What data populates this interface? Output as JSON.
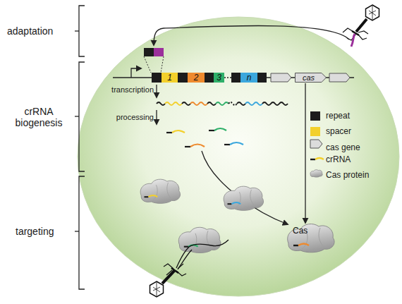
{
  "diagram": {
    "nodes": [
      {
        "text": [
          "1"
        ]
      },
      {
        "text": [
          "2"
        ]
      },
      {
        "text": [
          "3"
        ]
      },
      {
        "text": [
          "n"
        ]
      },
      {
        "text": [
          "cas"
        ]
      },
      {
        "text": [
          "Cas"
        ]
      }
    ],
    "edges": [
      {
        "from": 4,
        "to": 5,
        "arrow": "to"
      }
    ],
    "labels": [
      "adaptation",
      "crRNA biogenesis",
      "targeting",
      "transcription",
      "processing",
      "1"
    ],
    "legend": [
      {
        "text": "repeat",
        "color": "#1c1c1c"
      },
      {
        "text": "spacer",
        "color": "#f3d02c"
      },
      {
        "text": "cas gene"
      },
      {
        "text": "crRNA"
      },
      {
        "text": "Cas protein"
      }
    ]
  }
}
